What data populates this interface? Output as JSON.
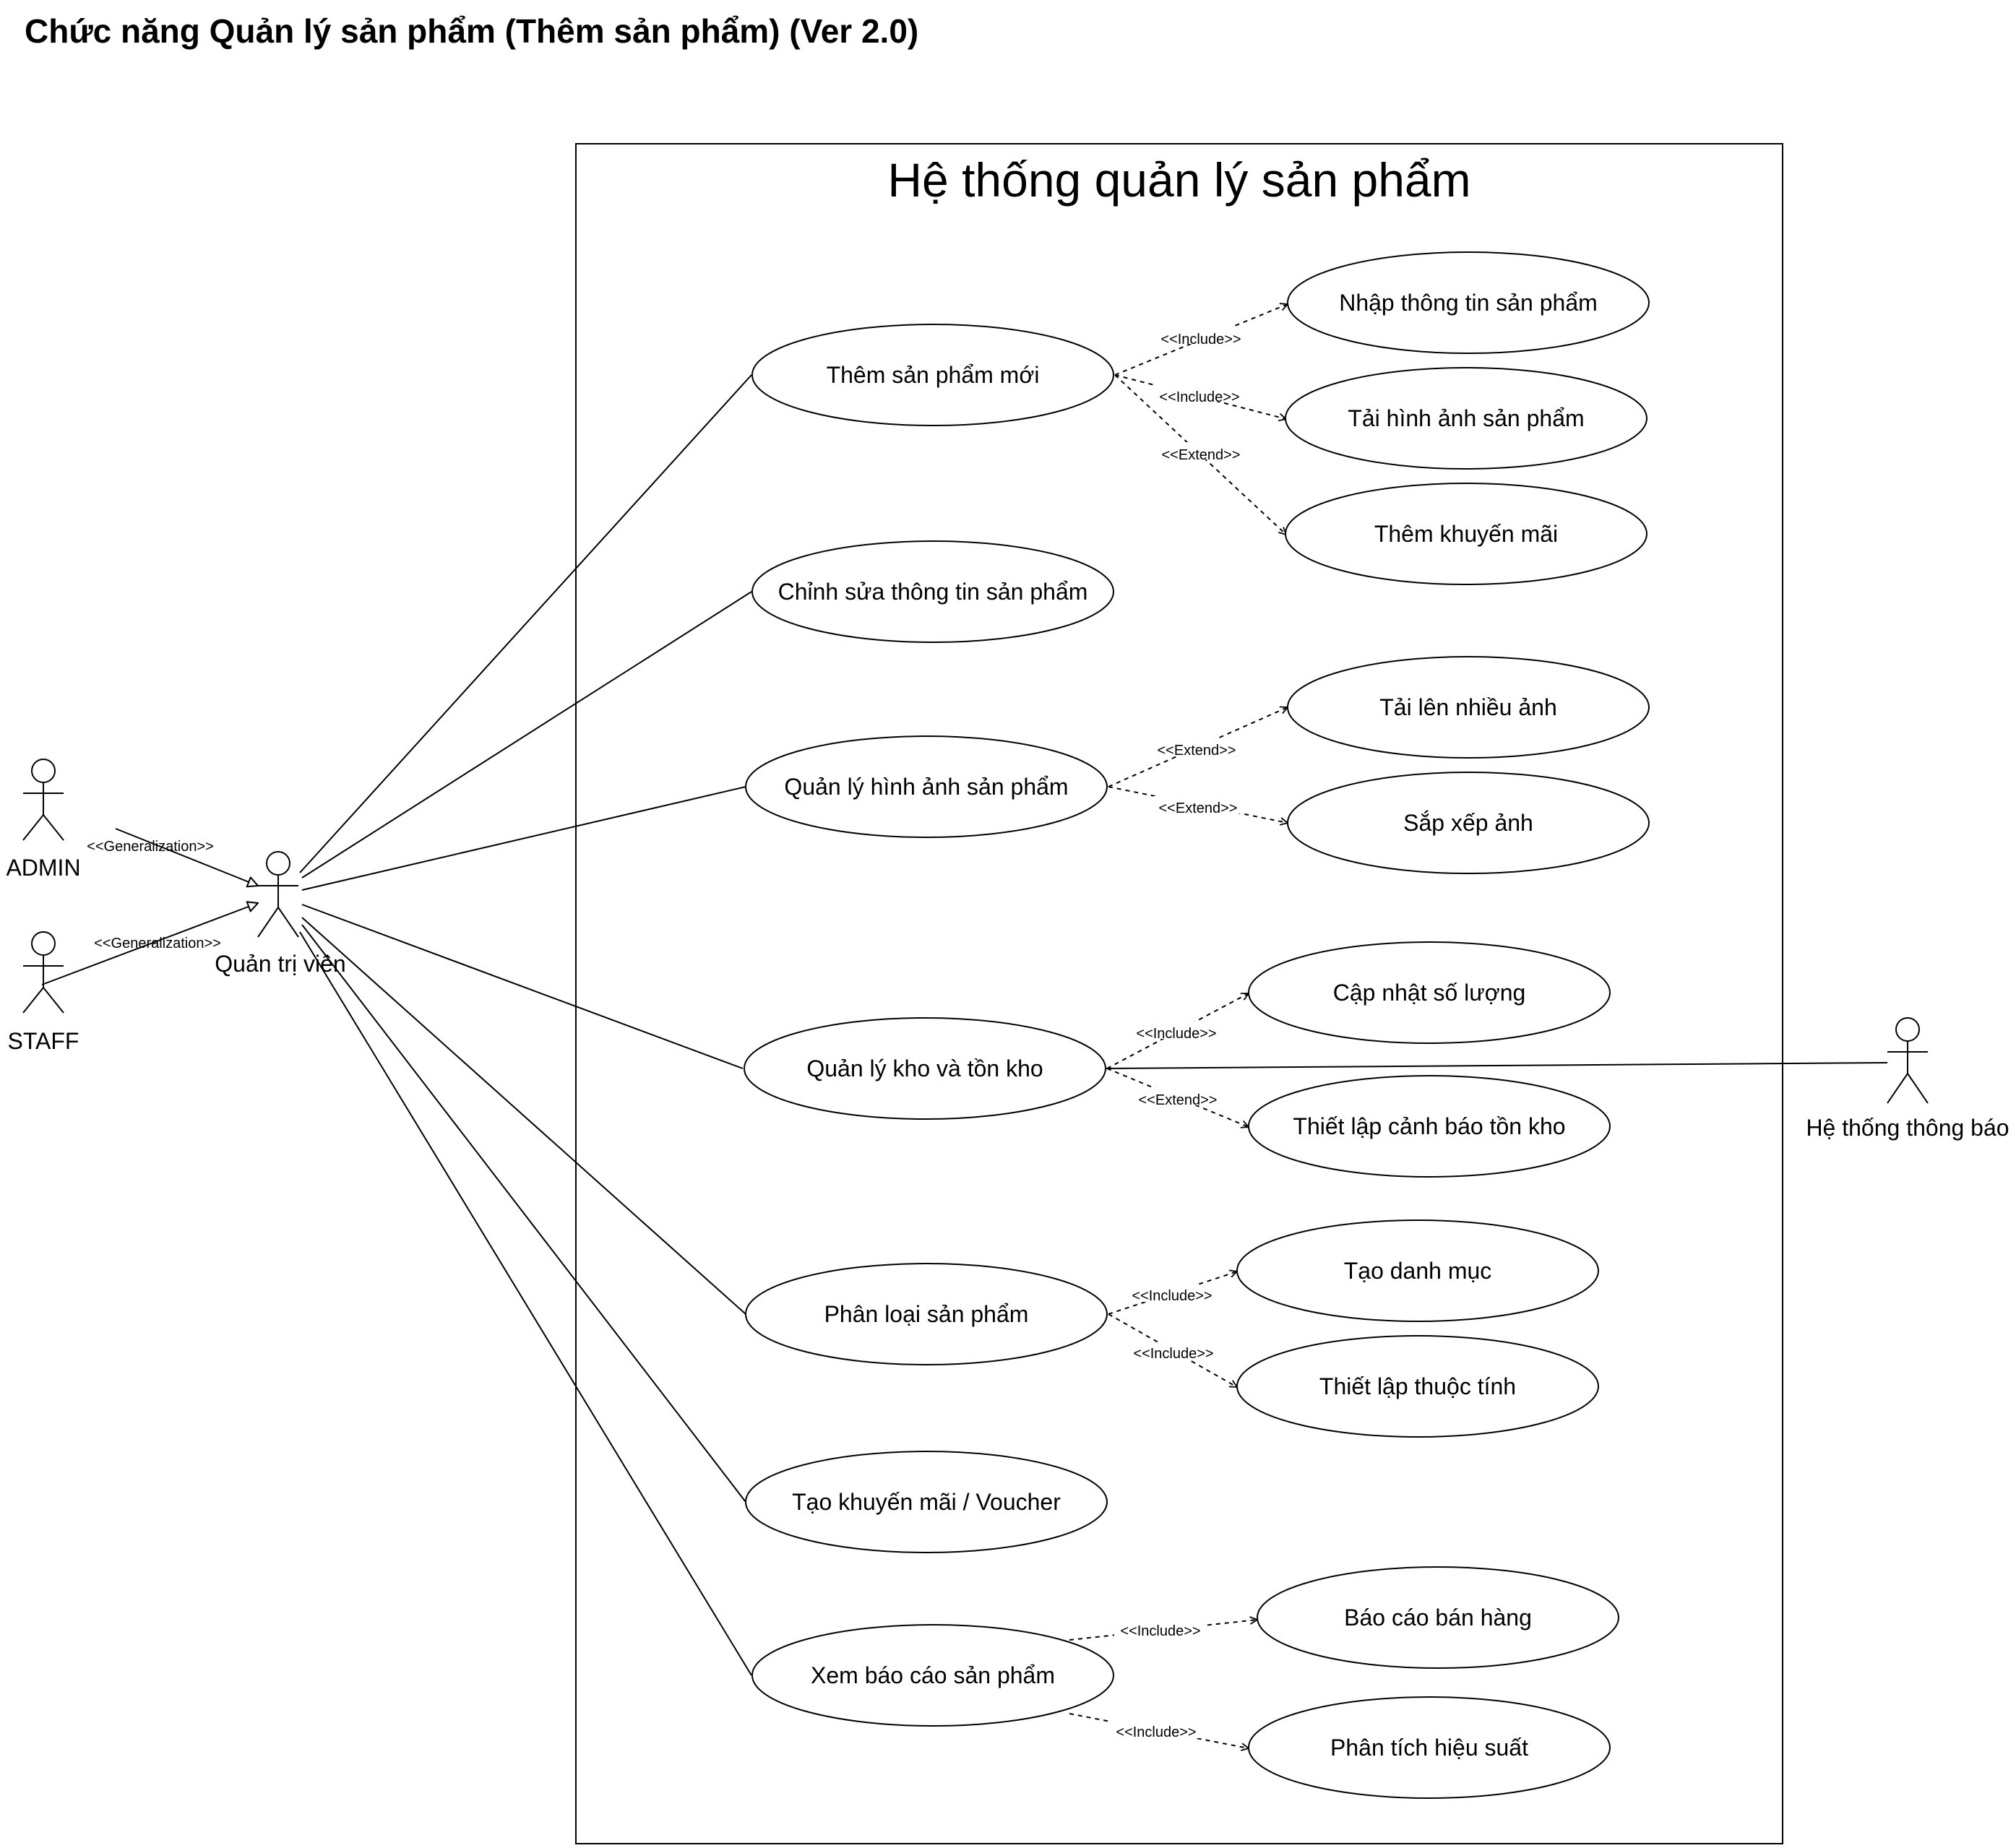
{
  "title": "Chức năng Quản lý sản phẩm (Thêm sản phẩm) (Ver 2.0)",
  "system": {
    "title": "Hệ thống quản lý sản phẩm"
  },
  "actors": {
    "admin": "ADMIN",
    "staff": "STAFF",
    "manager": "Quản trị viên",
    "notifier": "Hệ thống thông báo"
  },
  "relations": {
    "generalization": "<<Generalization>>",
    "include": "<<Include>>",
    "extend": "<<Extend>>"
  },
  "use_cases": {
    "add_product": "Thêm sản phẩm mới",
    "input_info": "Nhập thông tin sản phẩm",
    "upload_image": "Tải hình ảnh sản phẩm",
    "add_promo": "Thêm khuyến mãi",
    "edit_info": "Chỉnh sửa thông tin sản phẩm",
    "manage_images": "Quản lý hình ảnh sản phẩm",
    "upload_many": "Tải lên nhiều ảnh",
    "sort_images": "Sắp xếp ảnh",
    "manage_stock": "Quản lý kho và tồn kho",
    "update_qty": "Cập nhật số lượng",
    "stock_alert": "Thiết lập cảnh báo tồn kho",
    "categorize": "Phân loại sản phẩm",
    "create_category": "Tạo danh mục",
    "set_attributes": "Thiết lập thuộc tính",
    "create_voucher": "Tạo khuyến mãi / Voucher",
    "view_reports": "Xem báo cáo sản phẩm",
    "sales_report": "Báo cáo bán hàng",
    "performance": "Phân tích hiệu suất"
  }
}
